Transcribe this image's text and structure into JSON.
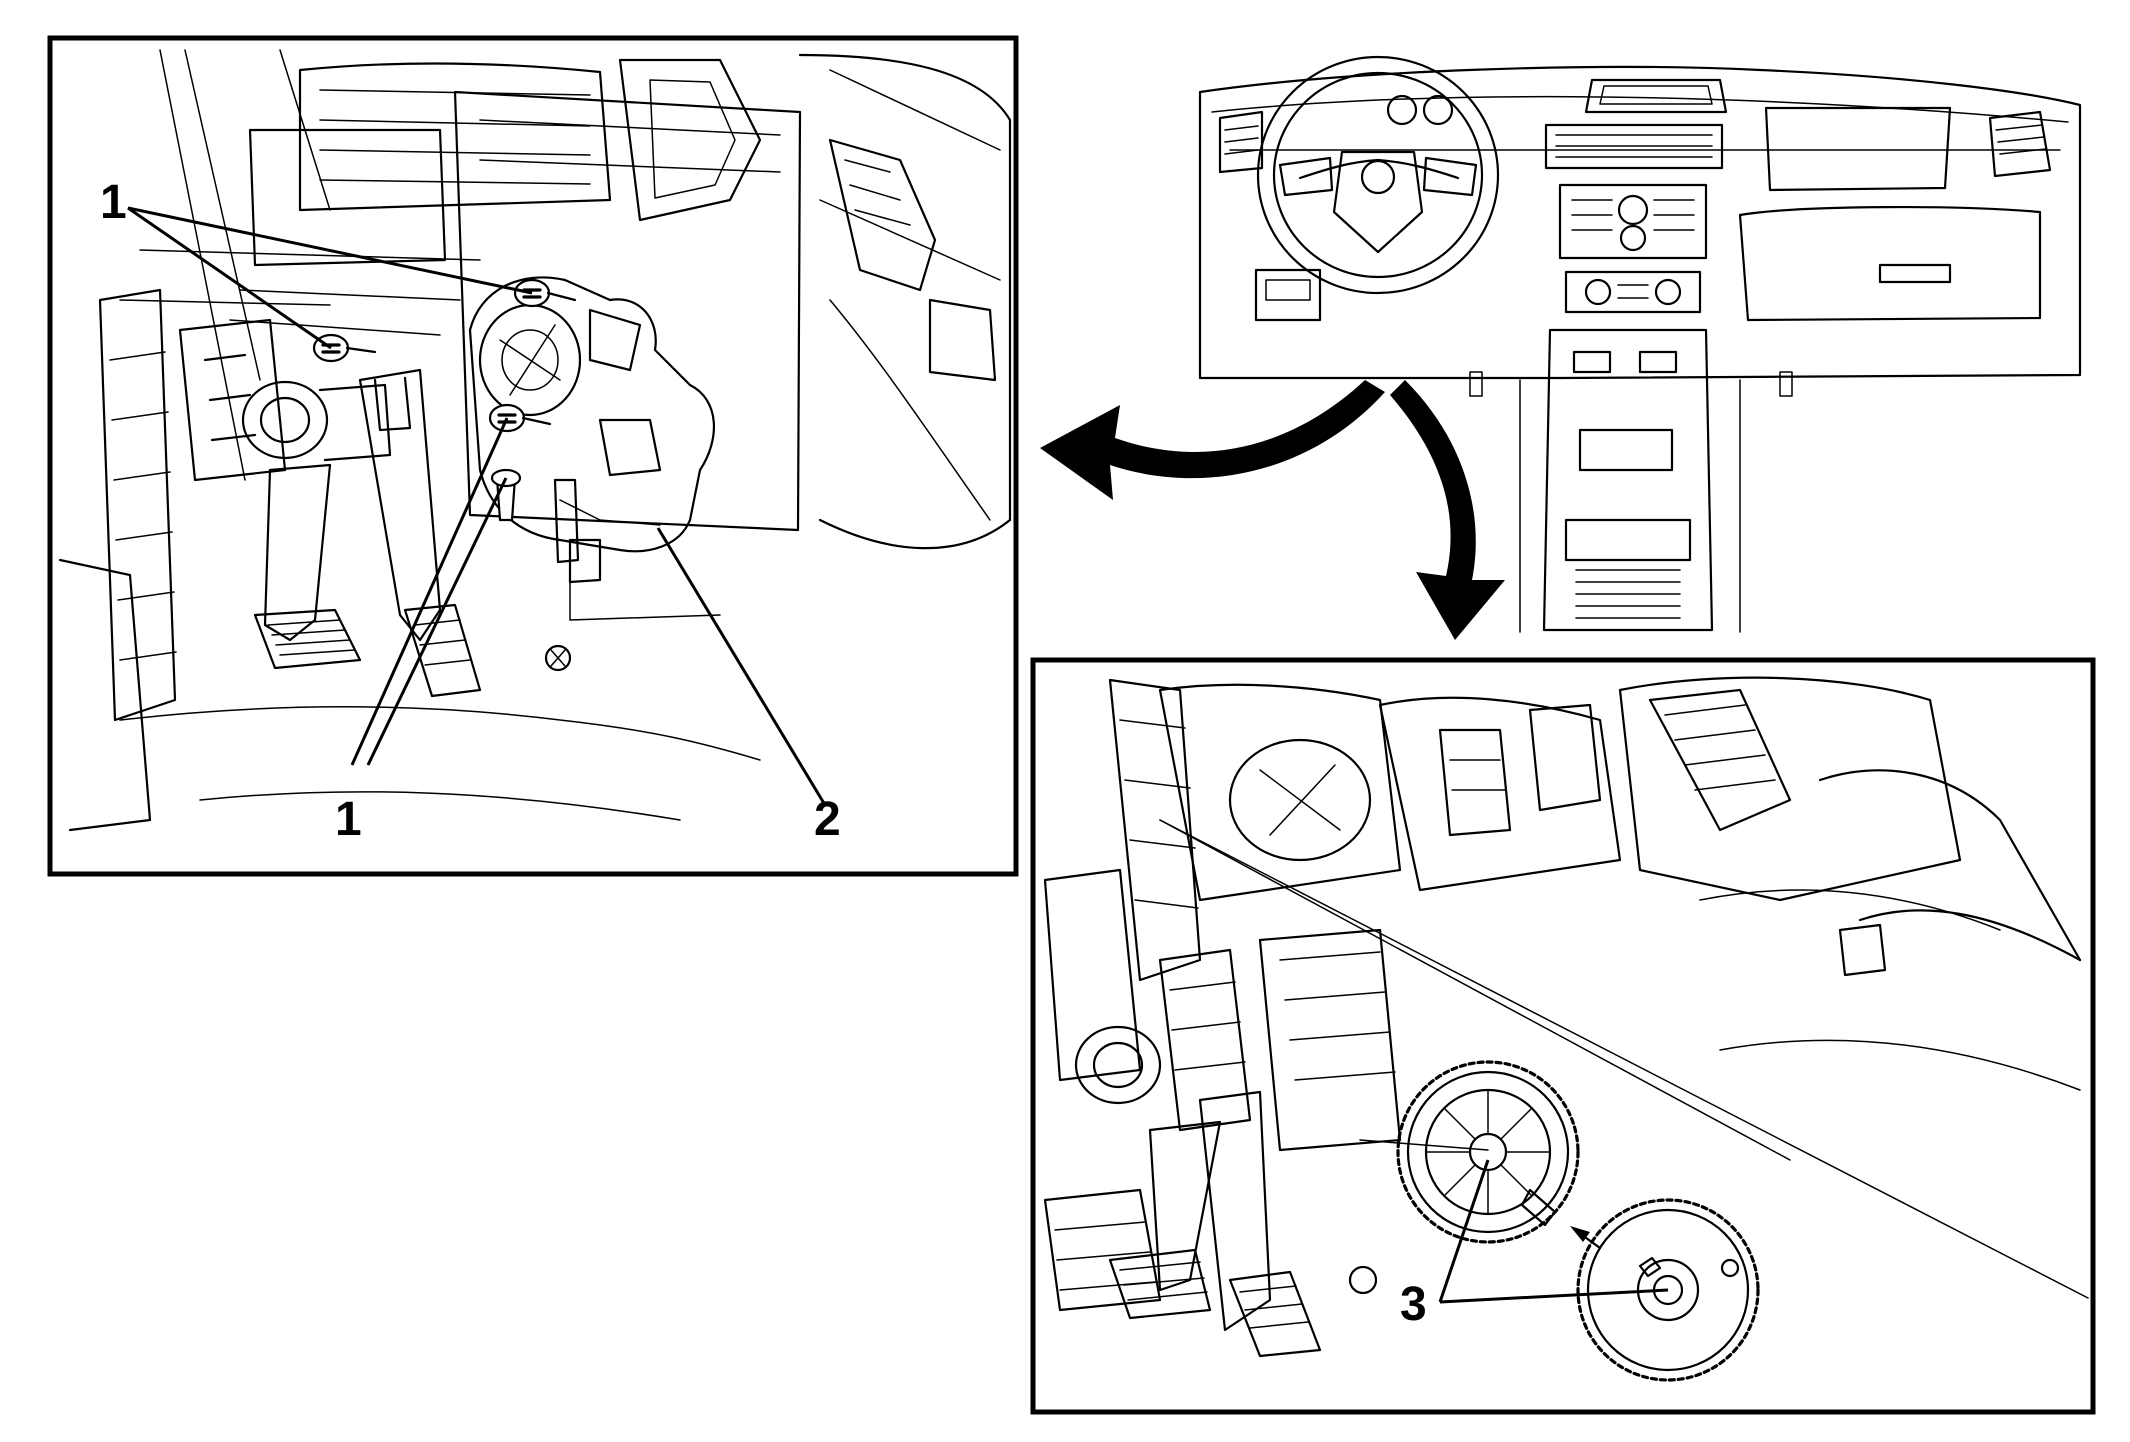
{
  "callouts": {
    "label_1_top": "1",
    "label_1_bottom": "1",
    "label_2": "2",
    "label_3": "3"
  },
  "colors": {
    "line": "#000000",
    "background": "#ffffff"
  }
}
